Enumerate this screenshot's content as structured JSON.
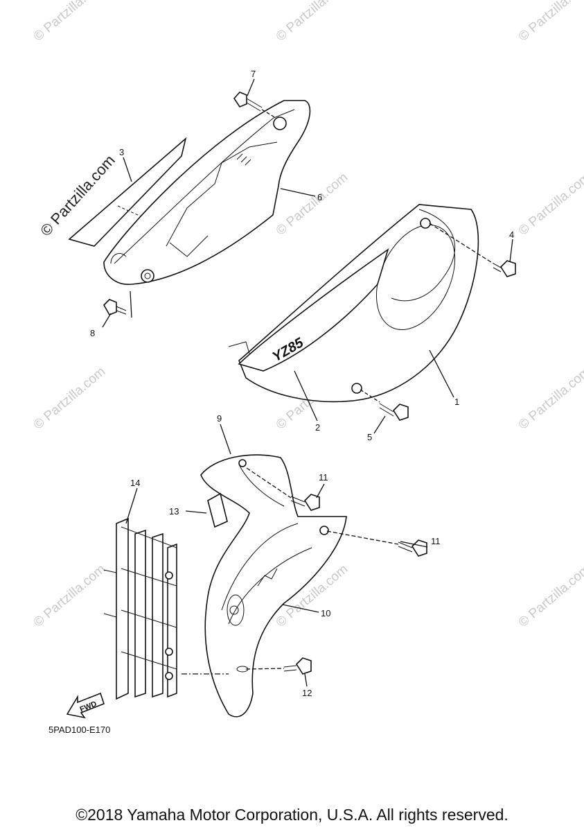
{
  "watermark": {
    "text": "© Partzilla.com",
    "primary": "© Partzilla.com"
  },
  "callouts": [
    {
      "id": "1",
      "label": "1"
    },
    {
      "id": "2",
      "label": "2"
    },
    {
      "id": "3",
      "label": "3"
    },
    {
      "id": "4",
      "label": "4"
    },
    {
      "id": "5",
      "label": "5"
    },
    {
      "id": "6",
      "label": "6"
    },
    {
      "id": "7",
      "label": "7"
    },
    {
      "id": "8",
      "label": "8"
    },
    {
      "id": "9",
      "label": "9"
    },
    {
      "id": "10",
      "label": "10"
    },
    {
      "id": "11a",
      "label": "11"
    },
    {
      "id": "11b",
      "label": "11"
    },
    {
      "id": "12",
      "label": "12"
    },
    {
      "id": "13",
      "label": "13"
    },
    {
      "id": "14",
      "label": "14"
    }
  ],
  "direction_arrow": "FWD",
  "decal_text": "YZ85",
  "part_code": "5PAD100-E170",
  "copyright": "©2018 Yamaha Motor Corporation, U.S.A. All rights reserved."
}
